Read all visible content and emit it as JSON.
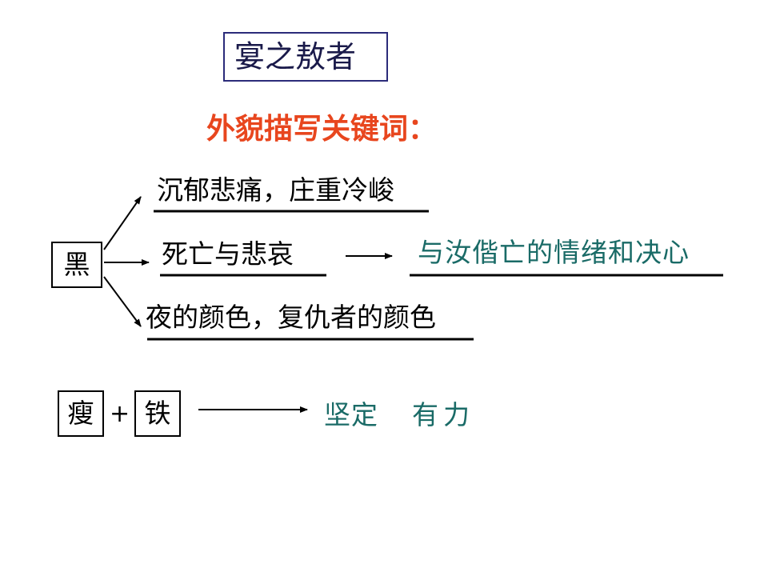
{
  "title": "宴之敖者",
  "subtitle": "外貌描写关键词：",
  "hei": {
    "box": "黑",
    "branches": [
      "沉郁悲痛，庄重冷峻",
      "死亡与悲哀",
      "夜的颜色，复仇者的颜色"
    ],
    "result": "与汝偕亡的情绪和决心"
  },
  "shou_tie": {
    "box1": "瘦",
    "plus": "+",
    "box2": "铁",
    "result1": "坚定",
    "result2": "有力"
  }
}
